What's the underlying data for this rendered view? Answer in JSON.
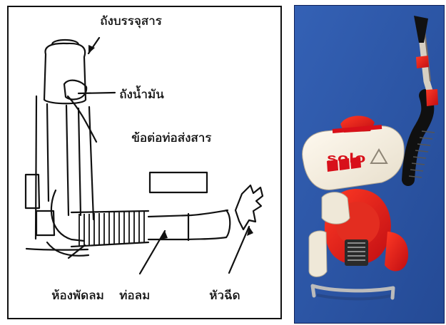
{
  "diagram": {
    "labels": {
      "tank": "ถังบรรจุสาร",
      "fuel_tank": "ถังน้ำมัน",
      "connector": "ข้อต่อท่อส่งสาร",
      "fan_chamber": "ห้องพัดลม",
      "air_pipe": "ท่อลม",
      "nozzle": "หัวฉีด"
    }
  },
  "photo": {
    "brand": "solo",
    "colors": {
      "background": "#2f56a6",
      "accent": "#d8101a",
      "tank": "#f4f1e6"
    }
  }
}
